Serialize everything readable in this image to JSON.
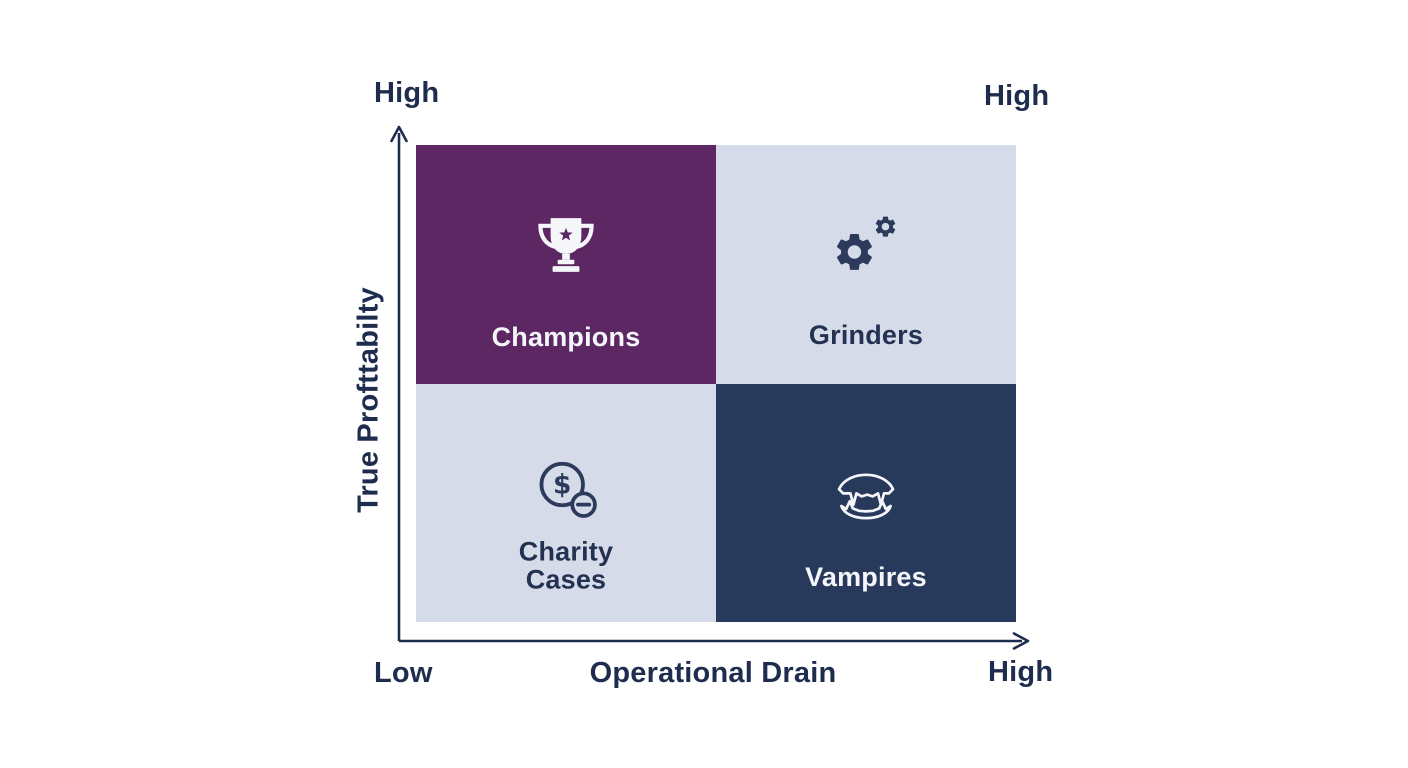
{
  "colors": {
    "purple": "#5c2763",
    "navy": "#283a5c",
    "light": "#d6dbe9",
    "ink": "#1e2c4e",
    "icon-navy": "#2c3a5c",
    "paper": "#f5f6fa"
  },
  "axes": {
    "y": {
      "label": "True Profttabilty",
      "high_label": "High"
    },
    "x": {
      "label": "Operational Drain",
      "low_label": "Low",
      "high_label": "High"
    },
    "top_right_label": "High"
  },
  "quadrants": [
    {
      "label": "Champions",
      "icon": "trophy-icon",
      "position": "top-left",
      "background": "#5c2763",
      "text_color": "#f5f6fa"
    },
    {
      "label": "Grinders",
      "icon": "gears-icon",
      "position": "top-right",
      "background": "#d6dbe9",
      "text_color": "#233252"
    },
    {
      "label": "Charity Cases",
      "icon": "dollar-minus-icon",
      "position": "bottom-left",
      "background": "#d6dbe9",
      "text_color": "#233252"
    },
    {
      "label": "Vampires",
      "icon": "vampire-fangs-icon",
      "position": "bottom-right",
      "background": "#283a5c",
      "text_color": "#f5f6fa"
    }
  ],
  "chart_data": {
    "type": "quadrant-matrix",
    "title": "",
    "x_axis": {
      "label": "Operational Drain",
      "min_label": "Low",
      "max_label": "High"
    },
    "y_axis": {
      "label": "True Profttabilty",
      "max_label": "High"
    },
    "cells": [
      {
        "x": "low",
        "y": "high",
        "label": "Champions",
        "icon": "trophy"
      },
      {
        "x": "high",
        "y": "high",
        "label": "Grinders",
        "icon": "gears"
      },
      {
        "x": "low",
        "y": "low",
        "label": "Charity Cases",
        "icon": "dollar-minus"
      },
      {
        "x": "high",
        "y": "low",
        "label": "Vampires",
        "icon": "vampire-fangs"
      }
    ]
  }
}
